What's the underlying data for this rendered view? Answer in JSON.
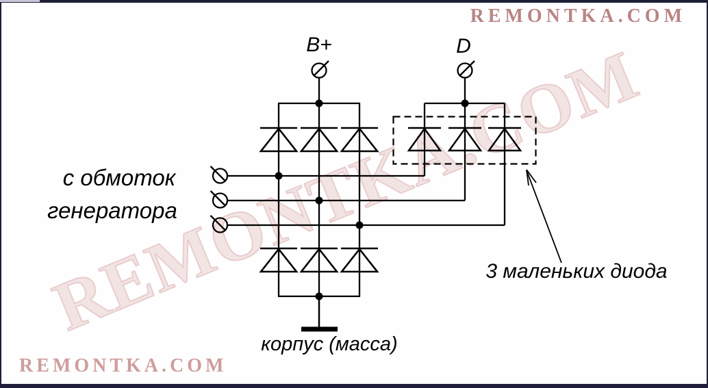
{
  "frame": {
    "color": "#1e1e38",
    "notch_color": "#c6c6d6"
  },
  "watermarks": {
    "top_right": "REMONTKA.COM",
    "bottom_left": "REMONTKA.COM",
    "diagonal": "REMONTKA.COM",
    "top_right_color": "#b98585",
    "bottom_left_color": "#cf9d9d",
    "diagonal_color": "rgba(202,138,138,0.30)"
  },
  "schematic": {
    "line_color": "#000000",
    "labels": {
      "bplus_terminal": "B+",
      "d_terminal": "D",
      "windings_line1": "с обмоток",
      "windings_line2": "генератора",
      "ground": "корпус (масса)",
      "small_diodes_note": "3 маленьких диода"
    },
    "structure": {
      "positive_diodes": 3,
      "negative_diodes": 3,
      "small_diodes": 3,
      "phase_inputs": 3
    }
  }
}
